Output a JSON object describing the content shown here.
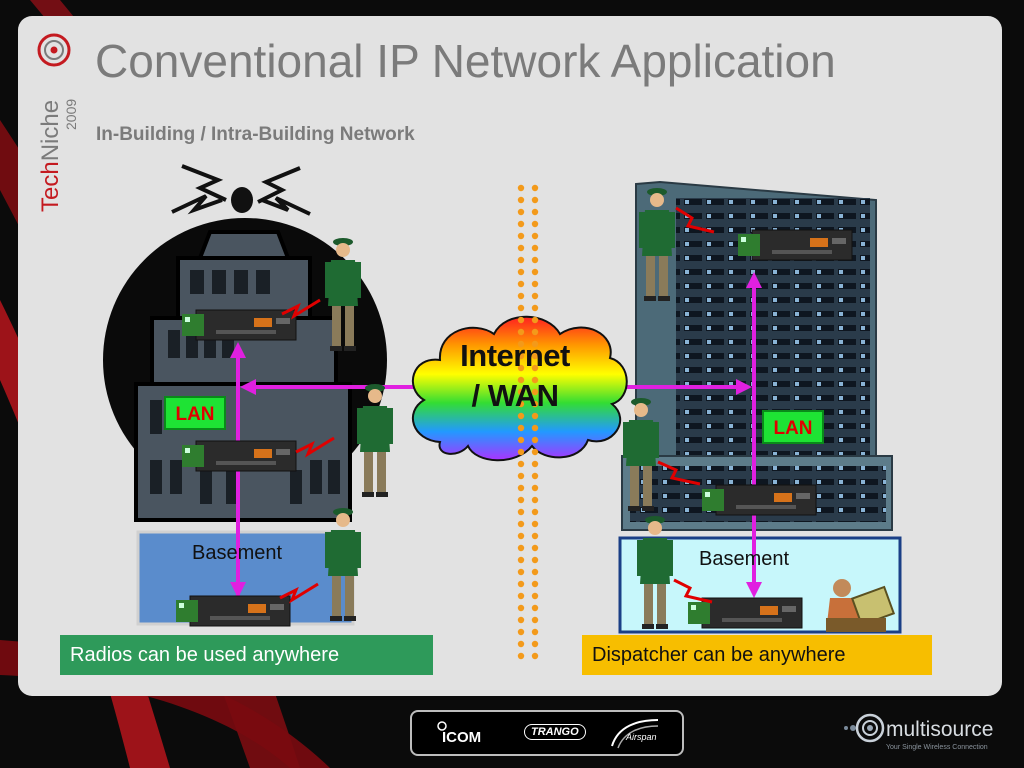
{
  "slide": {
    "title": "Conventional IP Network Application",
    "subtitle": "In-Building / Intra-Building Network"
  },
  "branding": {
    "event_logo": "TechNiche",
    "event_year": "2009",
    "partner_logos": [
      "ICOM",
      "TRANGO",
      "Airspan"
    ],
    "company_logo": "multisource",
    "company_tagline": "Your Single Wireless Connection"
  },
  "diagram": {
    "cloud_label_line1": "Internet",
    "cloud_label_line2": "/ WAN",
    "left_site": {
      "lan_label": "LAN",
      "basement_label": "Basement",
      "caption": "Radios can be used anywhere"
    },
    "right_site": {
      "lan_label": "LAN",
      "basement_label": "Basement",
      "caption": "Dispatcher can be anywhere"
    }
  },
  "colors": {
    "panel_bg": "#e2e2e2",
    "link_magenta": "#e020e0",
    "lan_green": "#1ee334",
    "caption_left": "#2e9a5a",
    "caption_right": "#f7be00",
    "radio_link_red": "#e00000",
    "divider_orange": "#f39a1a"
  }
}
